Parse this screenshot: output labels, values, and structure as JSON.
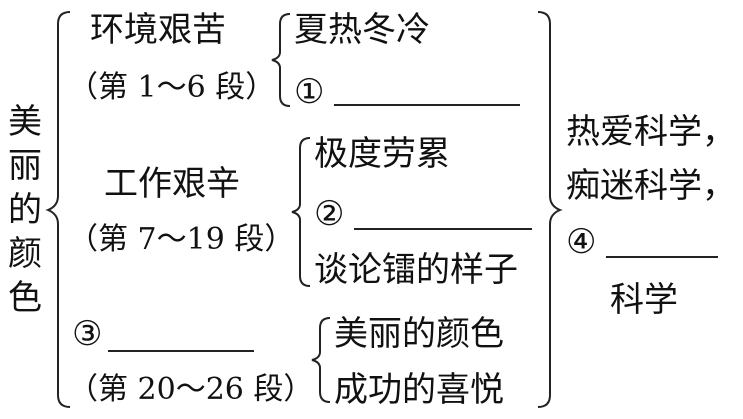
{
  "root": {
    "title": "美丽的颜色"
  },
  "sections": [
    {
      "title": "环境艰苦",
      "range": "（第 1～6 段）",
      "items": [
        "夏热冬冷",
        "①"
      ]
    },
    {
      "title": "工作艰辛",
      "range": "（第 7～19 段）",
      "items": [
        "极度劳累",
        "②",
        "谈论镭的样子"
      ]
    },
    {
      "title": "③",
      "range": "（第 20～26 段）",
      "items": [
        "美丽的颜色",
        "成功的喜悦"
      ]
    }
  ],
  "conclusion": {
    "line1": "热爱科学，",
    "line2": "痴迷科学，",
    "line3": "④",
    "line4": "科学"
  }
}
